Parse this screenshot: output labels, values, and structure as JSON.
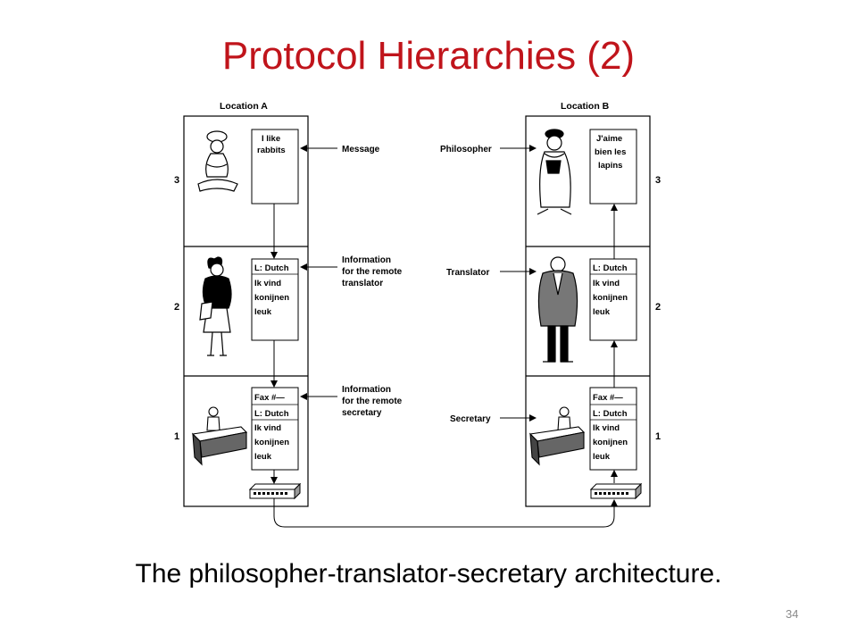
{
  "slide": {
    "title": "Protocol Hierarchies (2)",
    "caption": "The philosopher-translator-secretary architecture.",
    "page_number": "34"
  },
  "diagram": {
    "location_a": "Location A",
    "location_b": "Location B",
    "layer_numbers": [
      "3",
      "2",
      "1"
    ],
    "a_layer3_note": [
      "I like",
      "rabbits"
    ],
    "a_layer2_note": [
      "L: Dutch",
      "Ik vind",
      "konijnen",
      "leuk"
    ],
    "a_layer1_note": [
      "Fax #—",
      "L: Dutch",
      "Ik vind",
      "konijnen",
      "leuk"
    ],
    "b_layer3_note": [
      "J'aime",
      "bien les",
      "lapins"
    ],
    "b_layer2_note": [
      "L: Dutch",
      "Ik vind",
      "konijnen",
      "leuk"
    ],
    "b_layer1_note": [
      "Fax #—",
      "L: Dutch",
      "Ik vind",
      "konijnen",
      "leuk"
    ],
    "middle_labels": {
      "message": "Message",
      "info_translator": [
        "Information",
        "for the remote",
        "translator"
      ],
      "info_secretary": [
        "Information",
        "for the remote",
        "secretary"
      ],
      "philosopher": "Philosopher",
      "translator": "Translator",
      "secretary": "Secretary"
    }
  }
}
